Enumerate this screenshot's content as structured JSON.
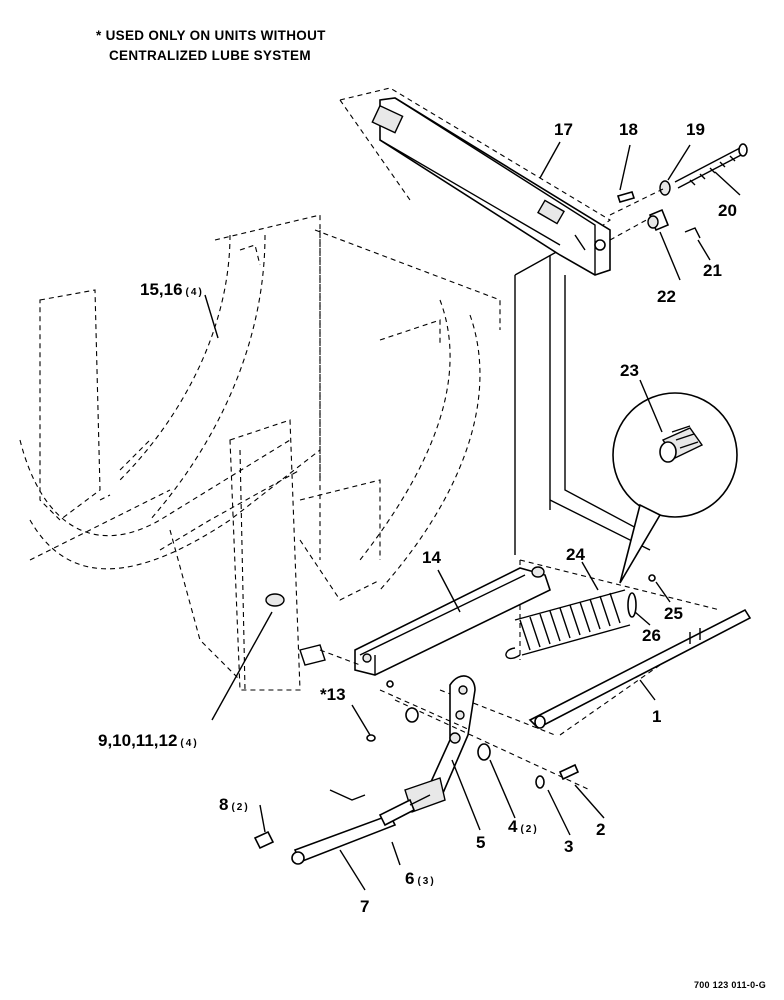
{
  "note": {
    "line1": "* USED ONLY ON UNITS WITHOUT",
    "line2": "CENTRALIZED LUBE SYSTEM"
  },
  "drawing_number": "700 123 011-0-G",
  "callouts": {
    "c1": "1",
    "c2": "2",
    "c3": "3",
    "c4": "4",
    "c4_qty": "(2)",
    "c5": "5",
    "c6": "6",
    "c6_qty": "(3)",
    "c7": "7",
    "c8": "8",
    "c8_qty": "(2)",
    "c9": "9,10,11,12",
    "c9_qty": "(4)",
    "c13": "*13",
    "c14": "14",
    "c15": "15,16",
    "c15_qty": "(4)",
    "c17": "17",
    "c18": "18",
    "c19": "19",
    "c20": "20",
    "c21": "21",
    "c22": "22",
    "c23": "23",
    "c24": "24",
    "c25": "25",
    "c26": "26"
  }
}
